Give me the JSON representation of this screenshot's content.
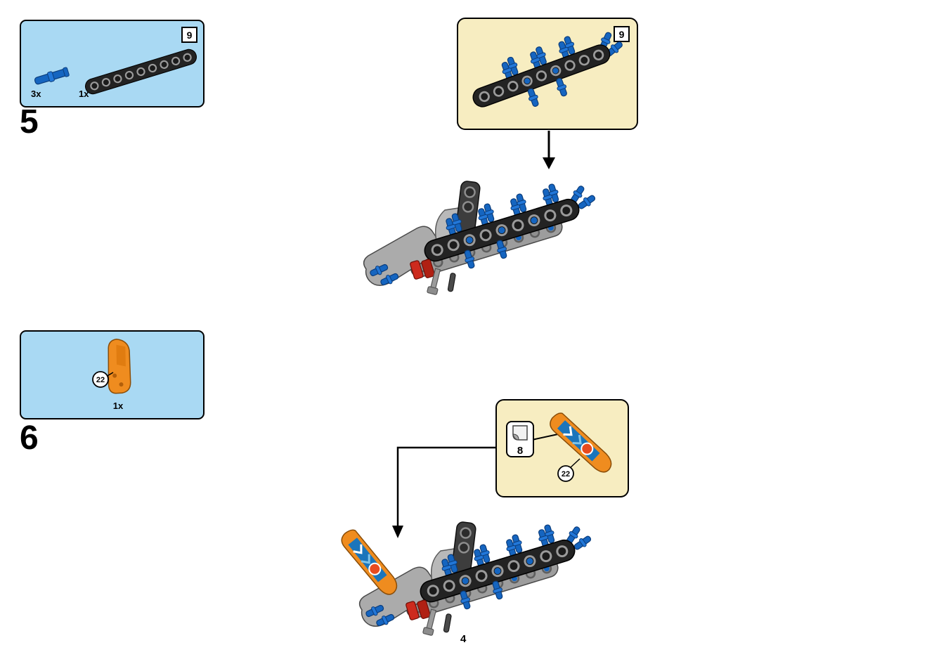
{
  "page": {
    "number": "4"
  },
  "colors": {
    "parts_box_bg": "#a9d9f3",
    "callout_bg": "#f7edc1",
    "outline": "#000000",
    "beam_black": "#232323",
    "beam_gray": "#9d9d9d",
    "pin_blue": "#1565c0",
    "connector_red": "#cd2b1e",
    "panel_orange": "#ef8c1f",
    "sticker_blue": "#1b75bb"
  },
  "step5": {
    "number": "5",
    "parts_box": {
      "badge": "9",
      "parts": [
        {
          "icon": "blue-pin-icon",
          "count": "3x"
        },
        {
          "icon": "black-beam-icon",
          "count": "1x"
        }
      ]
    },
    "callout": {
      "badge": "9"
    }
  },
  "step6": {
    "number": "6",
    "parts_box": {
      "parts": [
        {
          "icon": "orange-panel-icon",
          "count": "1x",
          "panel_ref": "22"
        }
      ]
    },
    "callout": {
      "sticker_number": "8",
      "panel_ref": "22"
    }
  }
}
